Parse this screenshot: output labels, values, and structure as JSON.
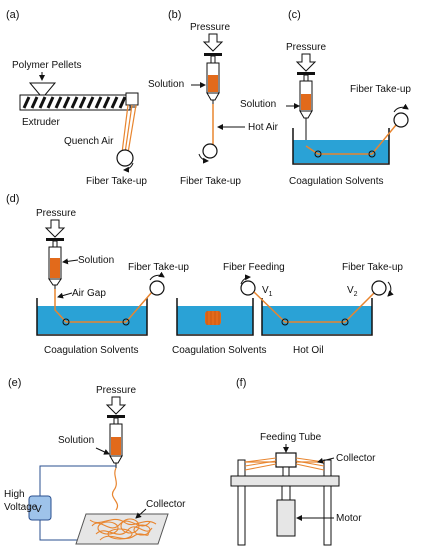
{
  "colors": {
    "solution": "#e26a1b",
    "fiber": "#e8852f",
    "bath": "#2aa2d6",
    "bath_dark": "#1683b8",
    "voltage_box": "#9ec3ea",
    "collector_plate": "#e6e6e6"
  },
  "panels": {
    "a": {
      "label": "(a)",
      "polymer_pellets": "Polymer Pellets",
      "extruder": "Extruder",
      "quench_air": "Quench Air",
      "fiber_takeup": "Fiber Take-up"
    },
    "b": {
      "label": "(b)",
      "pressure": "Pressure",
      "solution": "Solution",
      "hot_air": "Hot Air",
      "fiber_takeup": "Fiber Take-up"
    },
    "c": {
      "label": "(c)",
      "pressure": "Pressure",
      "solution": "Solution",
      "fiber_takeup": "Fiber Take-up",
      "coagulation": "Coagulation Solvents"
    },
    "d": {
      "label": "(d)",
      "pressure": "Pressure",
      "solution": "Solution",
      "air_gap": "Air Gap",
      "fiber_takeup_1": "Fiber Take-up",
      "fiber_feeding": "Fiber Feeding",
      "fiber_takeup_2": "Fiber Take-up",
      "v1_letter": "V",
      "v1_sub": "1",
      "v2_letter": "V",
      "v2_sub": "2",
      "coagulation_1": "Coagulation Solvents",
      "coagulation_2": "Coagulation Solvents",
      "hot_oil": "Hot Oil"
    },
    "e": {
      "label": "(e)",
      "pressure": "Pressure",
      "solution": "Solution",
      "high": "High",
      "voltage": "Voltage",
      "v_box": "V",
      "collector": "Collector"
    },
    "f": {
      "label": "(f)",
      "feeding_tube": "Feeding Tube",
      "collector": "Collector",
      "motor": "Motor"
    }
  }
}
